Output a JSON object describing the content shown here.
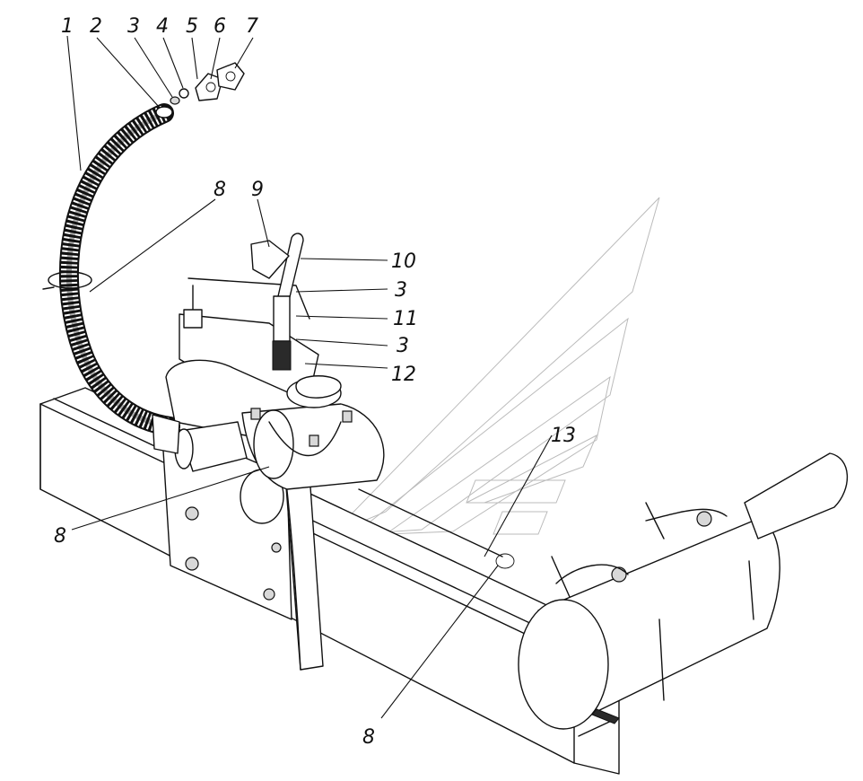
{
  "callouts": {
    "c1": "1",
    "c2": "2",
    "c3a": "3",
    "c4": "4",
    "c5": "5",
    "c6": "6",
    "c7": "7",
    "c8a": "8",
    "c9": "9",
    "c10": "10",
    "c3b": "3",
    "c11": "11",
    "c3c": "3",
    "c12": "12",
    "c8b": "8",
    "c13": "13",
    "c8c": "8"
  }
}
